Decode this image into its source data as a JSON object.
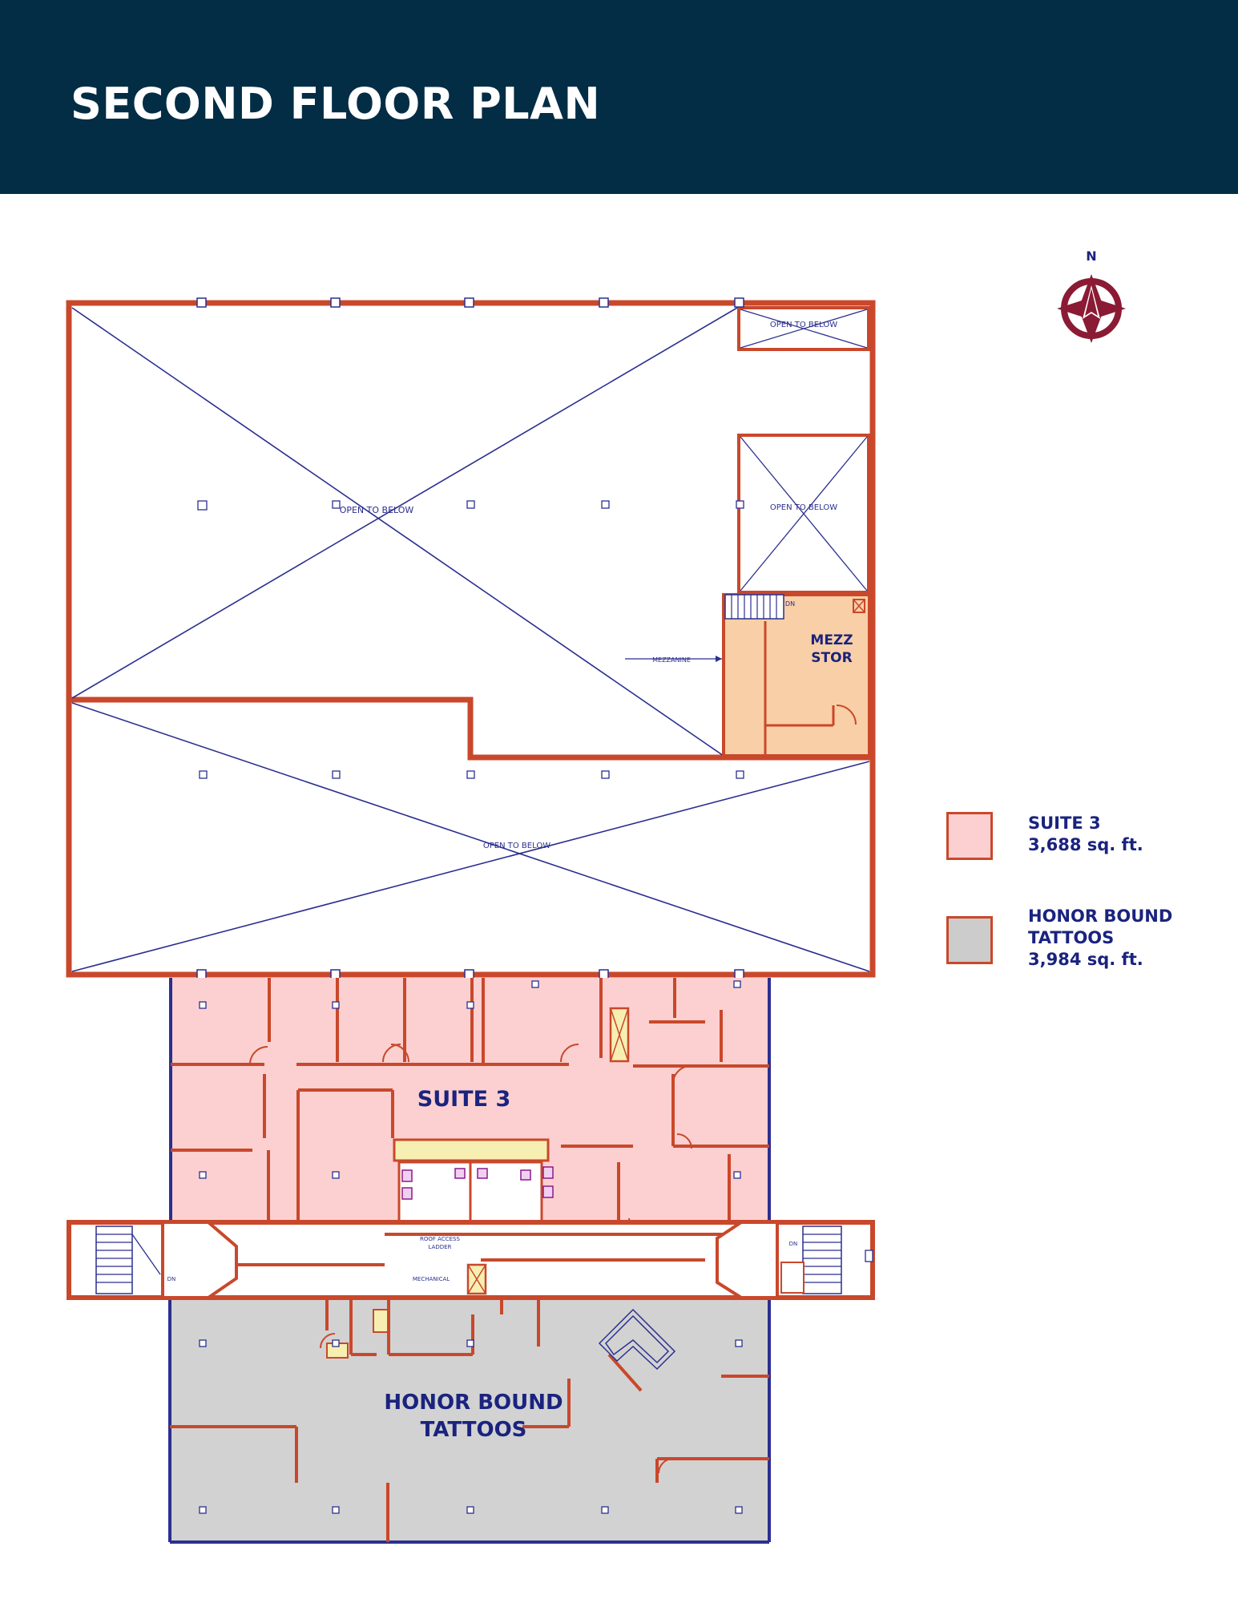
{
  "header": {
    "title": "SECOND FLOOR PLAN",
    "background_color": "#032d45"
  },
  "compass": {
    "label": "N",
    "icon": "compass-icon",
    "color": "#8b1a35"
  },
  "floor_plan": {
    "room_labels": {
      "open_to_below_1": "OPEN TO BELOW",
      "open_to_below_2": "OPEN TO BELOW",
      "open_to_below_3": "OPEN TO BELOW",
      "open_to_below_4": "OPEN TO BELOW",
      "mezz_stor_line1": "MEZZ",
      "mezz_stor_line2": "STOR",
      "mezzanine": "MEZZANINE",
      "suite_3": "SUITE 3",
      "honor_bound_line1": "HONOR BOUND",
      "honor_bound_line2": "TATTOOS",
      "roof_access_line1": "ROOF ACCESS",
      "roof_access_line2": "LADDER",
      "mechanical": "MECHANICAL",
      "dn_west": "DN",
      "dn_east": "DN",
      "dn_mezz": "DN"
    },
    "colors": {
      "wall": "#c9482b",
      "outline": "#2b2f8f",
      "suite_3_fill": "#fcd0d0",
      "honor_bound_fill": "#d2d2d2",
      "mezz_fill": "#f8cfa6",
      "highlight_yellow": "#f7efb2"
    }
  },
  "legend": {
    "items": [
      {
        "name": "SUITE 3",
        "area": "3,688 sq. ft.",
        "color": "#fcd0d0"
      },
      {
        "name_line1": "HONOR BOUND",
        "name_line2": "TATTOOS",
        "area": "3,984 sq. ft.",
        "color": "#cccccc"
      }
    ]
  }
}
